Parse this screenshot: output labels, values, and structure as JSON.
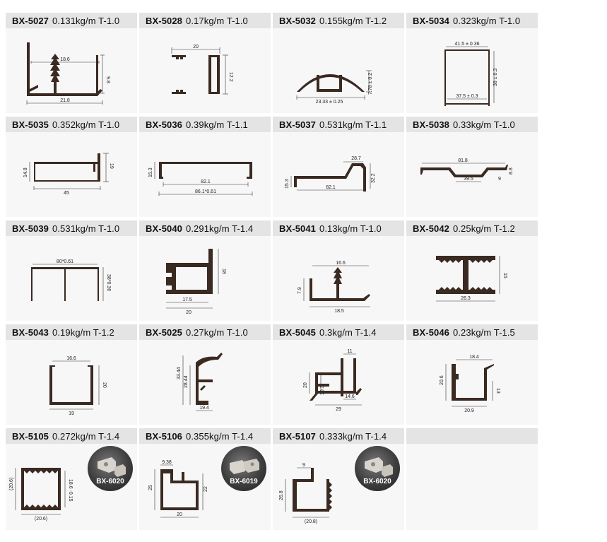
{
  "cells": [
    {
      "code": "BX-5027",
      "spec": "0.131kg/m  T-1.0",
      "dims": [
        "18.6",
        "9.8",
        "21.8"
      ]
    },
    {
      "code": "BX-5028",
      "spec": "0.17kg/m  T-1.0",
      "dims": [
        "20",
        "12.2"
      ]
    },
    {
      "code": "BX-5032",
      "spec": "0.155kg/m  T-1.2",
      "dims": [
        "7.78 ± 0.2",
        "23.33 ± 0.25"
      ]
    },
    {
      "code": "BX-5034",
      "spec": "0.323kg/m  T-1.0",
      "dims": [
        "41.5 ± 0.36",
        "38 ± 0.3",
        "37.5 ± 0.3"
      ]
    },
    {
      "code": "BX-5035",
      "spec": "0.352kg/m  T-1.0",
      "dims": [
        "14.8",
        "19",
        "45"
      ]
    },
    {
      "code": "BX-5036",
      "spec": "0.39kg/m  T-1.1",
      "dims": [
        "15.3",
        "82.1",
        "86.1*0.61"
      ]
    },
    {
      "code": "BX-5037",
      "spec": "0.531kg/m  T-1.1",
      "dims": [
        "28.7",
        "15.3",
        "32.2",
        "82.1"
      ]
    },
    {
      "code": "BX-5038",
      "spec": "0.33kg/m  T-1.0",
      "dims": [
        "81.8",
        "39.5",
        "9",
        "8.8"
      ]
    },
    {
      "code": "BX-5039",
      "spec": "0.531kg/m  T-1.0",
      "dims": [
        "80*0.61",
        "38*0.36"
      ]
    },
    {
      "code": "BX-5040",
      "spec": "0.291kg/m  T-1.4",
      "dims": [
        "18",
        "17.5",
        "20"
      ]
    },
    {
      "code": "BX-5041",
      "spec": "0.13kg/m  T-1.0",
      "dims": [
        "16.6",
        "7.9",
        "18.5"
      ]
    },
    {
      "code": "BX-5042",
      "spec": "0.25kg/m  T-1.2",
      "dims": [
        "15",
        "26.3"
      ]
    },
    {
      "code": "BX-5043",
      "spec": "0.19kg/m  T-1.2",
      "dims": [
        "16.6",
        "20",
        "19"
      ]
    },
    {
      "code": "BX-5025",
      "spec": "0.27kg/m  T-1.0",
      "dims": [
        "33.44",
        "28.44",
        "19.4"
      ]
    },
    {
      "code": "BX-5045",
      "spec": "0.3kg/m  T-1.4",
      "dims": [
        "11",
        "20",
        "10.3",
        "14.6",
        "29"
      ]
    },
    {
      "code": "BX-5046",
      "spec": "0.23kg/m  T-1.5",
      "dims": [
        "18.4",
        "20.6",
        "13",
        "20.9"
      ]
    },
    {
      "code": "BX-5105",
      "spec": "0.272kg/m  T-1.4",
      "dims": [
        "(20.6)",
        "18.6 -0.15",
        "(20.6)"
      ],
      "thumb": "BX-6020"
    },
    {
      "code": "BX-5106",
      "spec": "0.355kg/m  T-1.4",
      "dims": [
        "9.38",
        "25",
        "22",
        "20"
      ],
      "thumb": "BX-6019"
    },
    {
      "code": "BX-5107",
      "spec": "0.333kg/m  T-1.4",
      "dims": [
        "9",
        "26.8",
        "(20.8)"
      ],
      "thumb": "BX-6020"
    },
    {
      "code": "",
      "spec": "",
      "dims": []
    }
  ],
  "colors": {
    "profile": "#3a2a22",
    "dim_line": "#333333",
    "header_bg": "#e4e4e4",
    "cell_bg": "#f7f7f7"
  }
}
